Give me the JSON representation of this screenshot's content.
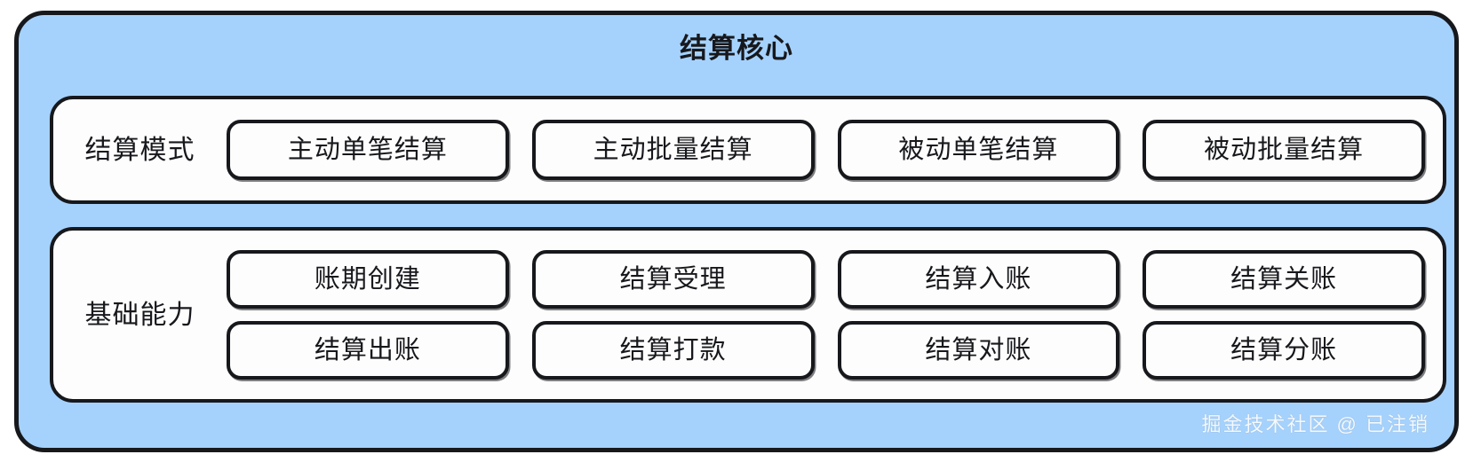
{
  "diagram": {
    "title": "结算核心",
    "background_color": "#a5d2fd",
    "panel_color": "#fdfdfd",
    "stroke_color": "#17181c",
    "sections": [
      {
        "label": "结算模式",
        "rows": [
          [
            "主动单笔结算",
            "主动批量结算",
            "被动单笔结算",
            "被动批量结算"
          ]
        ]
      },
      {
        "label": "基础能力",
        "rows": [
          [
            "账期创建",
            "结算受理",
            "结算入账",
            "结算关账"
          ],
          [
            "结算出账",
            "结算打款",
            "结算对账",
            "结算分账"
          ]
        ]
      }
    ]
  },
  "watermark": "掘金技术社区 @ 已注销",
  "modes": {
    "label": "结算模式",
    "items": [
      "主动单笔结算",
      "主动批量结算",
      "被动单笔结算",
      "被动批量结算"
    ]
  },
  "capabilities": {
    "label": "基础能力",
    "row1": [
      "账期创建",
      "结算受理",
      "结算入账",
      "结算关账"
    ],
    "row2": [
      "结算出账",
      "结算打款",
      "结算对账",
      "结算分账"
    ]
  }
}
